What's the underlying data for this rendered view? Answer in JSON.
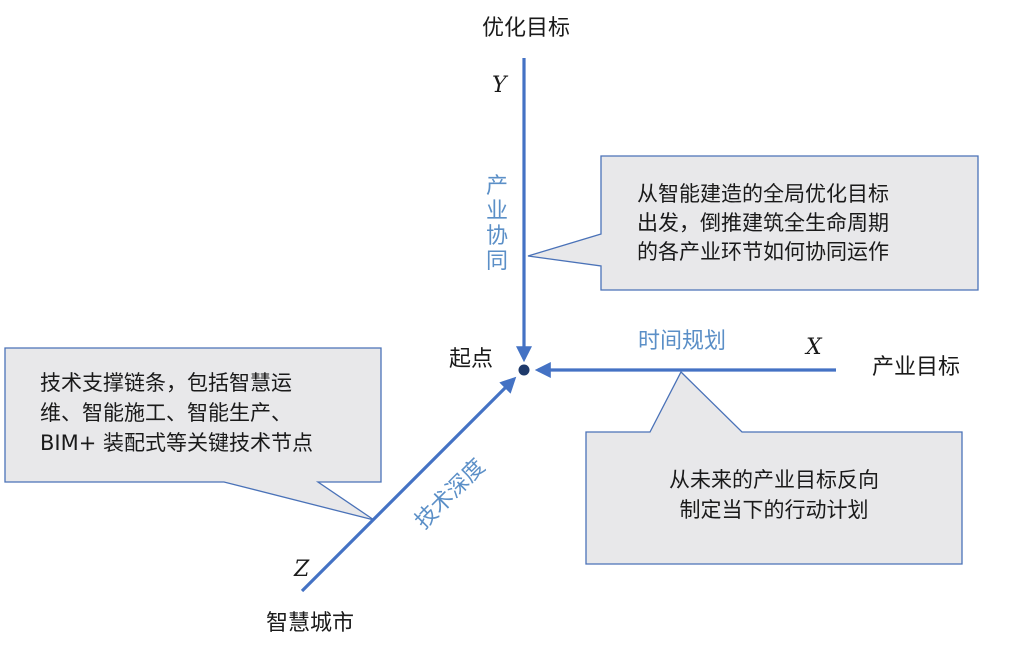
{
  "axes": {
    "y": {
      "letter": "Y",
      "end_label": "优化目标",
      "along_label": [
        "产",
        "业",
        "协",
        "同"
      ]
    },
    "x": {
      "letter": "X",
      "end_label": "产业目标",
      "along_label": "时间规划"
    },
    "z": {
      "letter": "Z",
      "end_label": "智慧城市",
      "along_label": "技术深度"
    },
    "origin_label": "起点"
  },
  "callouts": {
    "y_note": {
      "lines": [
        "从智能建造的全局优化目标",
        "出发，倒推建筑全生命周期",
        "的各产业环节如何协同运作"
      ]
    },
    "x_note": {
      "lines": [
        "从未来的产业目标反向",
        "制定当下的行动计划"
      ]
    },
    "z_note": {
      "lines": [
        "技术支撑链条，包括智慧运",
        "维、智能施工、智能生产、",
        "BIM+ 装配式等关键技术节点"
      ]
    }
  },
  "colors": {
    "axis": "#4472c4",
    "axis_text_blue": "#5b8fc7",
    "callout_fill": "#e8e8ea",
    "callout_border": "#4a72b8"
  }
}
